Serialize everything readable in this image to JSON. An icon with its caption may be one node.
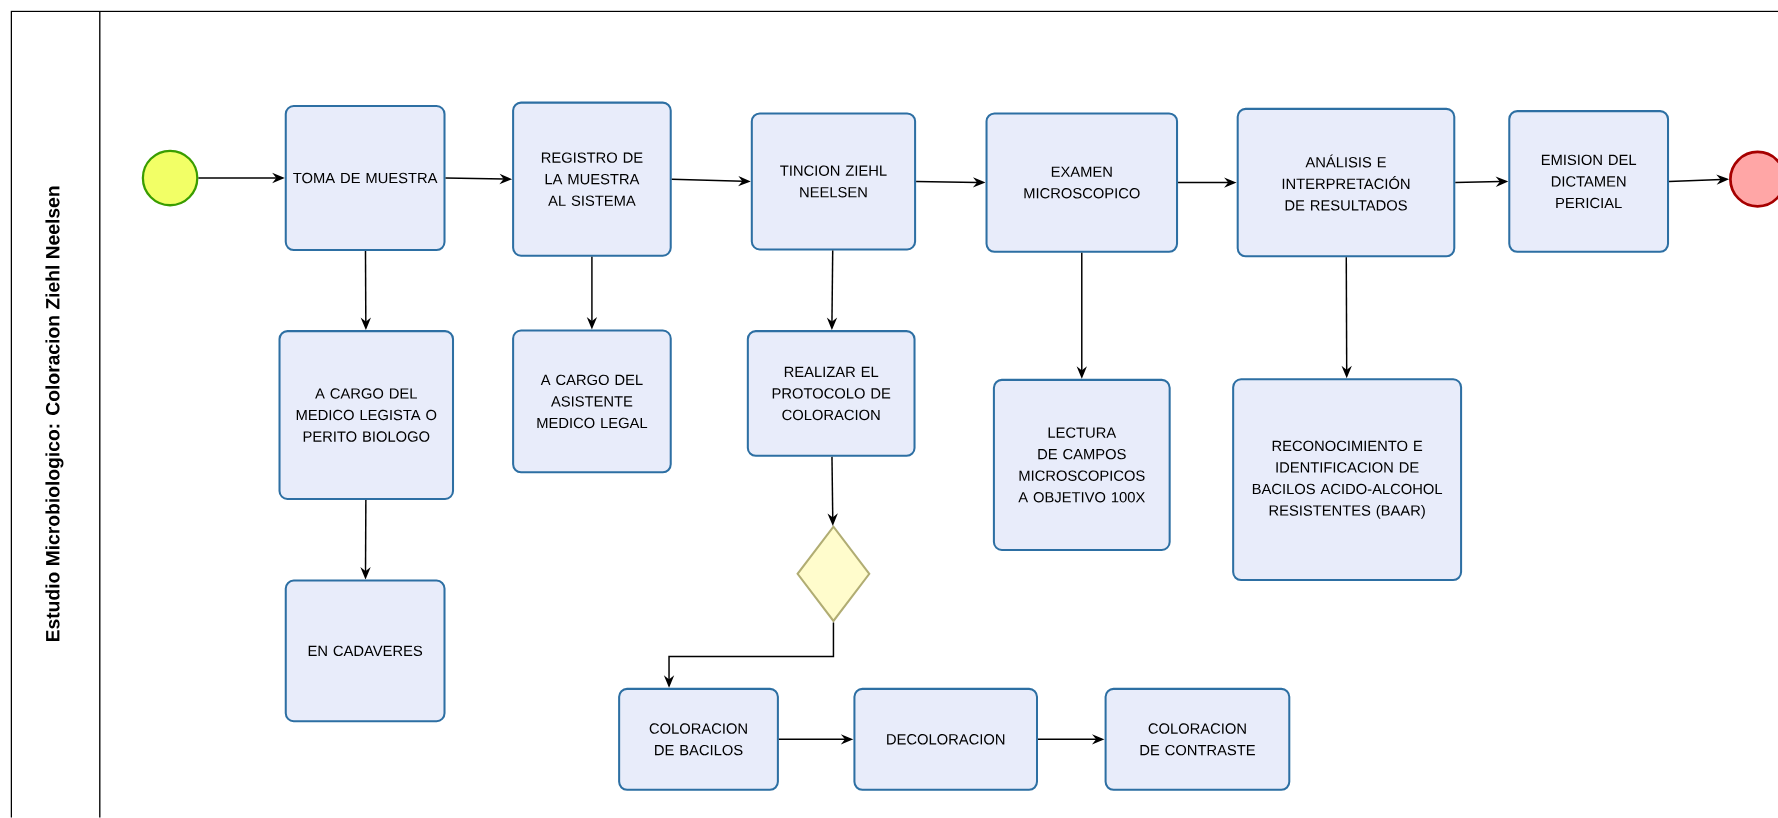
{
  "diagram": {
    "title": "Estudio Microbiologico: Coloracion Ziehl Neelsen",
    "nodes": [
      {
        "text": [],
        "shape": "circle"
      },
      {
        "text": [
          "TOMA DE MUESTRA"
        ]
      },
      {
        "text": [
          "REGISTRO DE LA MUESTRA AL SISTEMA"
        ]
      },
      {
        "text": [
          "TINCION ZIEHL NEELSEN"
        ]
      },
      {
        "text": [
          "EXAMEN MICROSCOPICO"
        ]
      },
      {
        "text": [
          "ANÁLISIS E INTERPRETACIÓN DE RESULTADOS"
        ]
      },
      {
        "text": [
          "EMISION DEL DICTAMEN PERICIAL"
        ]
      },
      {
        "text": [],
        "shape": "circle"
      },
      {
        "text": [
          "A CARGO DEL MEDICO LEGISTA O PERITO BIOLOGO"
        ]
      },
      {
        "text": [
          "A CARGO DEL ASISTENTE MEDICO LEGAL"
        ]
      },
      {
        "text": [
          "REALIZAR EL PROTOCOLO DE COLORACION"
        ]
      },
      {
        "text": [
          "LECTURA DE CAMPOS MICROSCOPICOS A OBJETIVO 100X"
        ]
      },
      {
        "text": [
          "RECONOCIMIENTO E IDENTIFICACION DE BACILOS ACIDO-ALCOHOL RESISTENTES (BAAR)"
        ]
      },
      {
        "text": [
          "EN CADAVERES"
        ]
      },
      {
        "text": [],
        "shape": "diamond"
      },
      {
        "text": [
          "COLORACION DE BACILOS"
        ]
      },
      {
        "text": [
          "DECOLORACION"
        ]
      },
      {
        "text": [
          "COLORACION DE CONTRASTE"
        ]
      }
    ],
    "edges": [
      {
        "from": 0,
        "to": 1,
        "arrow": "to"
      },
      {
        "from": 1,
        "to": 2,
        "arrow": "to"
      },
      {
        "from": 2,
        "to": 3,
        "arrow": "to"
      },
      {
        "from": 3,
        "to": 4,
        "arrow": "to"
      },
      {
        "from": 4,
        "to": 5,
        "arrow": "to"
      },
      {
        "from": 5,
        "to": 6,
        "arrow": "to"
      },
      {
        "from": 6,
        "to": 7,
        "arrow": "to"
      },
      {
        "from": 1,
        "to": 8,
        "arrow": "to"
      },
      {
        "from": 8,
        "to": 13,
        "arrow": "to"
      },
      {
        "from": 2,
        "to": 9,
        "arrow": "to"
      },
      {
        "from": 3,
        "to": 10,
        "arrow": "to"
      },
      {
        "from": 10,
        "to": 14,
        "arrow": "to"
      },
      {
        "from": 14,
        "to": 15,
        "arrow": "to"
      },
      {
        "from": 4,
        "to": 11,
        "arrow": "to"
      },
      {
        "from": 5,
        "to": 12,
        "arrow": "to"
      },
      {
        "from": 15,
        "to": 16,
        "arrow": "to"
      },
      {
        "from": 16,
        "to": 17,
        "arrow": "to"
      }
    ]
  }
}
